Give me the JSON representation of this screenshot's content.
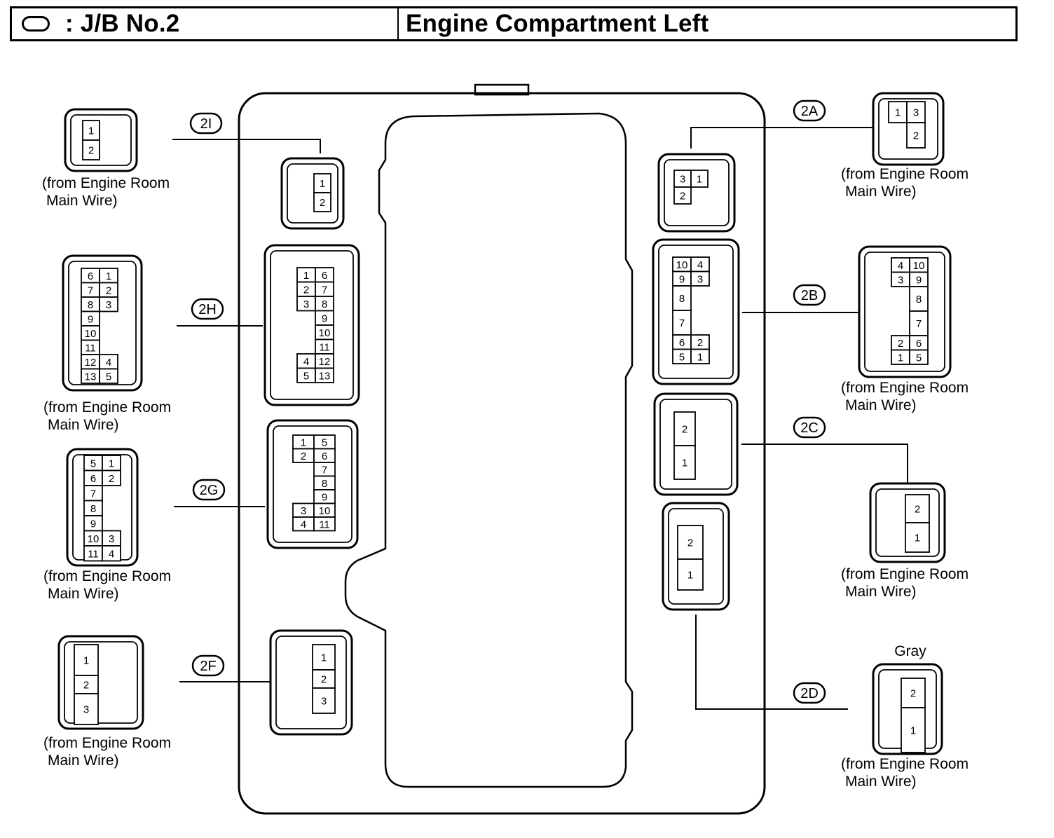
{
  "header": {
    "legend_icon": "rounded-rectangle-icon",
    "junction_block": ": J/B No.2",
    "location": "Engine Compartment Left"
  },
  "caption_line1": "(from Engine Room",
  "caption_line2": "Main Wire)",
  "connectors": [
    {
      "id": "2I",
      "side": "left",
      "jb_pins": [
        [
          "1"
        ],
        [
          "2"
        ]
      ],
      "wire_pins": [
        [
          "1"
        ],
        [
          "2"
        ]
      ],
      "color_note": ""
    },
    {
      "id": "2H",
      "side": "left",
      "jb_pins": [
        [
          "1",
          "6"
        ],
        [
          "2",
          "7"
        ],
        [
          "3",
          "8"
        ],
        [
          "",
          "9"
        ],
        [
          "",
          "10"
        ],
        [
          "",
          "11"
        ],
        [
          "4",
          "12"
        ],
        [
          "5",
          "13"
        ]
      ],
      "wire_pins": [
        [
          "6",
          "1"
        ],
        [
          "7",
          "2"
        ],
        [
          "8",
          "3"
        ],
        [
          "9",
          ""
        ],
        [
          "10",
          ""
        ],
        [
          "11",
          ""
        ],
        [
          "12",
          "4"
        ],
        [
          "13",
          "5"
        ]
      ],
      "color_note": ""
    },
    {
      "id": "2G",
      "side": "left",
      "jb_pins": [
        [
          "1",
          "5"
        ],
        [
          "2",
          "6"
        ],
        [
          "",
          "7"
        ],
        [
          "",
          "8"
        ],
        [
          "",
          "9"
        ],
        [
          "3",
          "10"
        ],
        [
          "4",
          "11"
        ]
      ],
      "wire_pins": [
        [
          "5",
          "1"
        ],
        [
          "6",
          "2"
        ],
        [
          "7",
          ""
        ],
        [
          "8",
          ""
        ],
        [
          "9",
          ""
        ],
        [
          "10",
          "3"
        ],
        [
          "11",
          "4"
        ]
      ],
      "color_note": ""
    },
    {
      "id": "2F",
      "side": "left",
      "jb_pins": [
        [
          "1"
        ],
        [
          "2"
        ],
        [
          "3"
        ]
      ],
      "wire_pins": [
        [
          "1"
        ],
        [
          "2"
        ],
        [
          "3"
        ]
      ],
      "color_note": ""
    },
    {
      "id": "2A",
      "side": "right",
      "jb_pins": [
        [
          "3",
          "1"
        ],
        [
          "2",
          ""
        ]
      ],
      "wire_pins": [
        [
          "1",
          "3"
        ],
        [
          "",
          "2"
        ]
      ],
      "color_note": ""
    },
    {
      "id": "2B",
      "side": "right",
      "jb_pins": [
        [
          "10",
          "4"
        ],
        [
          "9",
          "3"
        ],
        [
          "8",
          ""
        ],
        [
          "7",
          ""
        ],
        [
          "6",
          "2"
        ],
        [
          "5",
          "1"
        ]
      ],
      "wire_pins": [
        [
          "4",
          "10"
        ],
        [
          "3",
          "9"
        ],
        [
          "",
          "8"
        ],
        [
          "",
          "7"
        ],
        [
          "2",
          "6"
        ],
        [
          "1",
          "5"
        ]
      ],
      "color_note": ""
    },
    {
      "id": "2C",
      "side": "right",
      "jb_pins": [
        [
          "2"
        ],
        [
          "1"
        ]
      ],
      "wire_pins": [
        [
          "2"
        ],
        [
          "1"
        ]
      ],
      "color_note": ""
    },
    {
      "id": "2D",
      "side": "right",
      "jb_pins": [
        [
          "2"
        ],
        [
          "1"
        ]
      ],
      "wire_pins": [
        [
          "2"
        ],
        [
          "1"
        ]
      ],
      "color_note": "Gray"
    }
  ]
}
